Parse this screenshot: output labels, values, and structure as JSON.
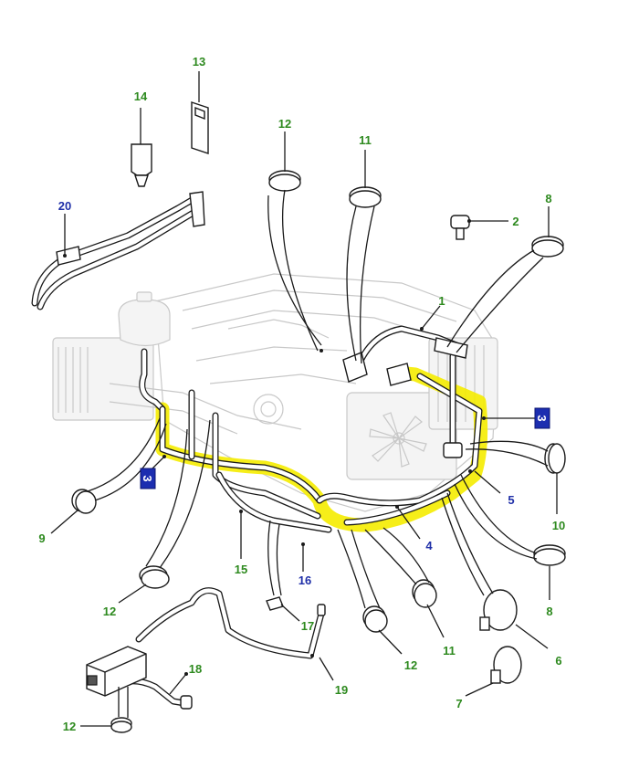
{
  "colors": {
    "label_green": "#2e8a1f",
    "label_blue": "#1f2fa8",
    "highlight": "#f5ec00",
    "tag_fill": "#1c2eb0"
  },
  "callouts": [
    {
      "id": "c1",
      "text": "1",
      "color": "green"
    },
    {
      "id": "c2",
      "text": "2",
      "color": "green"
    },
    {
      "id": "c3",
      "text": "3",
      "color": "blue"
    },
    {
      "id": "c4",
      "text": "4",
      "color": "blue"
    },
    {
      "id": "c5",
      "text": "5",
      "color": "blue"
    },
    {
      "id": "c6",
      "text": "6",
      "color": "green"
    },
    {
      "id": "c7",
      "text": "7",
      "color": "green"
    },
    {
      "id": "c8a",
      "text": "8",
      "color": "green"
    },
    {
      "id": "c8b",
      "text": "8",
      "color": "green"
    },
    {
      "id": "c9",
      "text": "9",
      "color": "green"
    },
    {
      "id": "c10",
      "text": "10",
      "color": "green"
    },
    {
      "id": "c11a",
      "text": "11",
      "color": "green"
    },
    {
      "id": "c11b",
      "text": "11",
      "color": "green"
    },
    {
      "id": "c12a",
      "text": "12",
      "color": "green"
    },
    {
      "id": "c12b",
      "text": "12",
      "color": "green"
    },
    {
      "id": "c12c",
      "text": "12",
      "color": "green"
    },
    {
      "id": "c12d",
      "text": "12",
      "color": "green"
    },
    {
      "id": "c13",
      "text": "13",
      "color": "green"
    },
    {
      "id": "c14",
      "text": "14",
      "color": "green"
    },
    {
      "id": "c15",
      "text": "15",
      "color": "green"
    },
    {
      "id": "c16",
      "text": "16",
      "color": "blue"
    },
    {
      "id": "c17",
      "text": "17",
      "color": "green"
    },
    {
      "id": "c18",
      "text": "18",
      "color": "green"
    },
    {
      "id": "c19",
      "text": "19",
      "color": "green"
    },
    {
      "id": "c20",
      "text": "20",
      "color": "blue"
    }
  ],
  "tags": [
    {
      "id": "t3a",
      "text": "3"
    },
    {
      "id": "t3b",
      "text": "3"
    }
  ]
}
